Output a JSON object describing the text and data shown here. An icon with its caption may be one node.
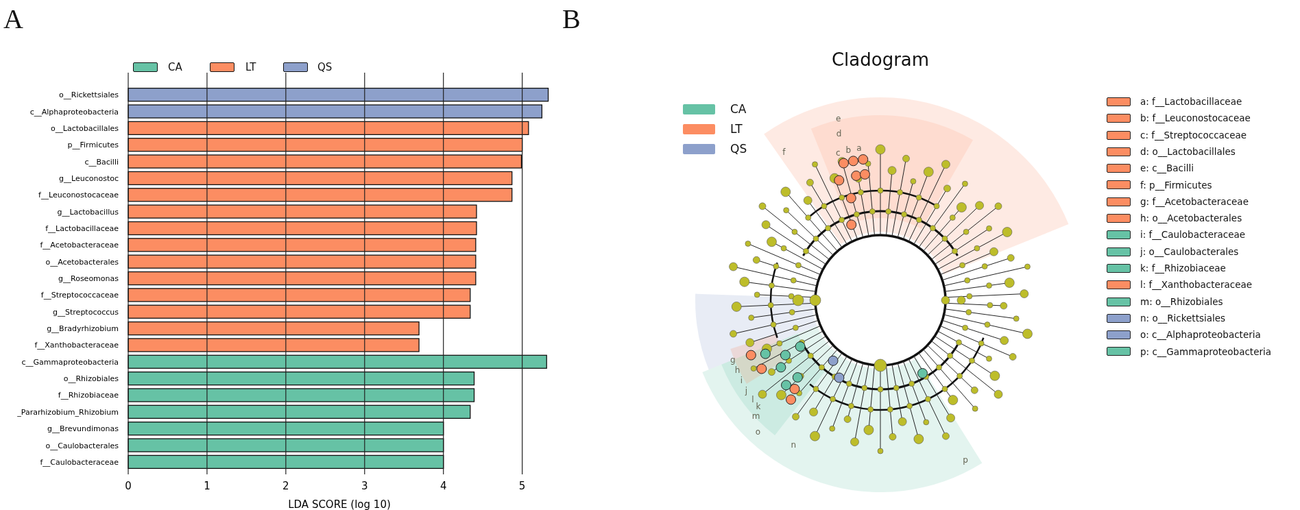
{
  "diagram": {
    "labels": [
      "A",
      "B",
      "Cladogram",
      "f",
      "e",
      "d",
      "c",
      "b",
      "a",
      "h",
      "g",
      "i",
      "j",
      "l",
      "k",
      "m",
      "o",
      "n",
      "p"
    ],
    "legend": [
      {
        "text": "CA",
        "color": "#66c2a5"
      },
      {
        "text": "LT",
        "color": "#fc8d62"
      },
      {
        "text": "QS",
        "color": "#8da0cb"
      },
      {
        "text": "a: f__Lactobacillaceae",
        "color": "#fc8d62"
      },
      {
        "text": "b: f__Leuconostocaceae",
        "color": "#fc8d62"
      },
      {
        "text": "c: f__Streptococcaceae",
        "color": "#fc8d62"
      },
      {
        "text": "d: o__Lactobacillales",
        "color": "#fc8d62"
      },
      {
        "text": "e: c__Bacilli",
        "color": "#fc8d62"
      },
      {
        "text": "f: p__Firmicutes",
        "color": "#fc8d62"
      },
      {
        "text": "g: f__Acetobacteraceae",
        "color": "#fc8d62"
      },
      {
        "text": "h: o__Acetobacterales",
        "color": "#fc8d62"
      },
      {
        "text": "i: f__Caulobacteraceae",
        "color": "#66c2a5"
      },
      {
        "text": "j: o__Caulobacterales",
        "color": "#66c2a5"
      },
      {
        "text": "k: f__Rhizobiaceae",
        "color": "#66c2a5"
      },
      {
        "text": "l: f__Xanthobacteraceae",
        "color": "#fc8d62"
      },
      {
        "text": "m: o__Rhizobiales",
        "color": "#66c2a5"
      },
      {
        "text": "n: o__Rickettsiales",
        "color": "#8da0cb"
      },
      {
        "text": "o: c__Alphaproteobacteria",
        "color": "#8da0cb"
      },
      {
        "text": "p: c__Gammaproteobacteria",
        "color": "#66c2a5"
      }
    ],
    "chart_data": {
      "type": "bar",
      "orientation": "horizontal",
      "stacked": true,
      "xlabel": "LDA SCORE (log 10)",
      "xlim": [
        0,
        5.36
      ],
      "xticks": [
        0,
        1,
        2,
        3,
        4,
        5
      ],
      "grid": true,
      "categories": [
        "o__Rickettsiales",
        "c__Alphaproteobacteria",
        "o__Lactobacillales",
        "p__Firmicutes",
        "c__Bacilli",
        "g__Leuconostoc",
        "f__Leuconostocaceae",
        "g__Lactobacillus",
        "f__Lactobacillaceae",
        "f__Acetobacteraceae",
        "o__Acetobacterales",
        "g__Roseomonas",
        "f__Streptococcaceae",
        "g__Streptococcus",
        "g__Bradyrhizobium",
        "f__Xanthobacteraceae",
        "c__Gammaproteobacteria",
        "o__Rhizobiales",
        "f__Rhizobiaceae",
        "_Pararhizobium_Rhizobium",
        "g__Brevundimonas",
        "o__Caulobacterales",
        "f__Caulobacteraceae"
      ],
      "series": [
        {
          "name": "CA",
          "color": "#66c2a5",
          "values": [
            null,
            null,
            null,
            null,
            null,
            null,
            null,
            null,
            null,
            null,
            null,
            null,
            null,
            null,
            null,
            null,
            5.31,
            4.39,
            4.39,
            4.34,
            4.0,
            4.0,
            4.0
          ]
        },
        {
          "name": "LT",
          "color": "#fc8d62",
          "values": [
            null,
            null,
            5.08,
            5.0,
            4.99,
            4.87,
            4.87,
            4.42,
            4.42,
            4.41,
            4.41,
            4.41,
            4.34,
            4.34,
            3.69,
            3.69,
            null,
            null,
            null,
            null,
            null,
            null,
            null
          ]
        },
        {
          "name": "QS",
          "color": "#8da0cb",
          "values": [
            5.33,
            5.25,
            null,
            null,
            null,
            null,
            null,
            null,
            null,
            null,
            null,
            null,
            null,
            null,
            null,
            null,
            null,
            null,
            null,
            null,
            null,
            null,
            null
          ]
        }
      ]
    }
  }
}
